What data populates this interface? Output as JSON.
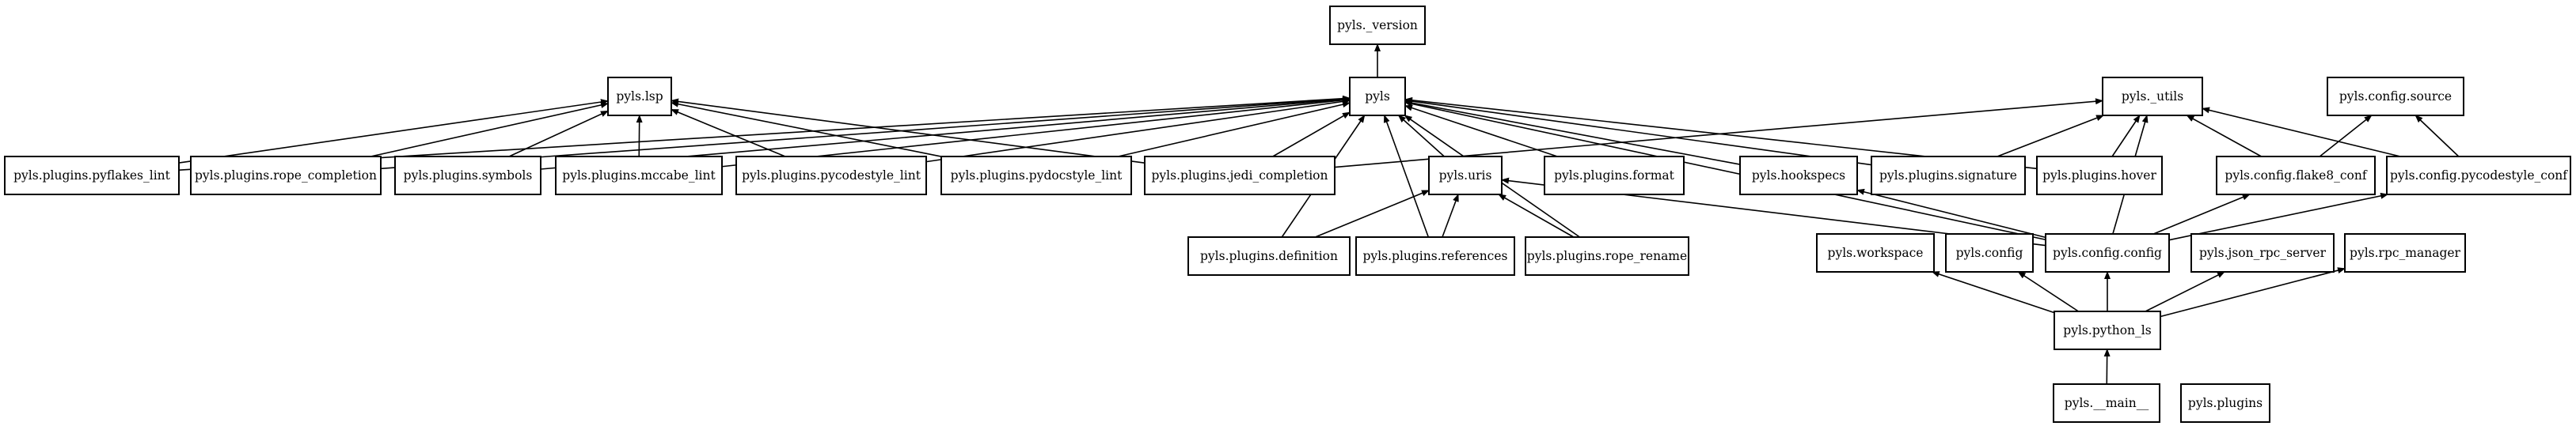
{
  "nodes": [
    {
      "id": "version",
      "label": "pyls._version"
    },
    {
      "id": "lsp",
      "label": "pyls.lsp"
    },
    {
      "id": "pyls",
      "label": "pyls"
    },
    {
      "id": "utils",
      "label": "pyls._utils"
    },
    {
      "id": "config_source",
      "label": "pyls.config.source"
    },
    {
      "id": "pyflakes_lint",
      "label": "pyls.plugins.pyflakes_lint"
    },
    {
      "id": "rope_completion",
      "label": "pyls.plugins.rope_completion"
    },
    {
      "id": "symbols",
      "label": "pyls.plugins.symbols"
    },
    {
      "id": "mccabe_lint",
      "label": "pyls.plugins.mccabe_lint"
    },
    {
      "id": "pycodestyle_lint",
      "label": "pyls.plugins.pycodestyle_lint"
    },
    {
      "id": "pydocstyle_lint",
      "label": "pyls.plugins.pydocstyle_lint"
    },
    {
      "id": "jedi_completion",
      "label": "pyls.plugins.jedi_completion"
    },
    {
      "id": "uris",
      "label": "pyls.uris"
    },
    {
      "id": "format",
      "label": "pyls.plugins.format"
    },
    {
      "id": "hookspecs",
      "label": "pyls.hookspecs"
    },
    {
      "id": "signature",
      "label": "pyls.plugins.signature"
    },
    {
      "id": "hover",
      "label": "pyls.plugins.hover"
    },
    {
      "id": "flake8_conf",
      "label": "pyls.config.flake8_conf"
    },
    {
      "id": "pycodestyle_conf",
      "label": "pyls.config.pycodestyle_conf"
    },
    {
      "id": "definition",
      "label": "pyls.plugins.definition"
    },
    {
      "id": "references",
      "label": "pyls.plugins.references"
    },
    {
      "id": "rope_rename",
      "label": "pyls.plugins.rope_rename"
    },
    {
      "id": "workspace",
      "label": "pyls.workspace"
    },
    {
      "id": "config",
      "label": "pyls.config"
    },
    {
      "id": "config_config",
      "label": "pyls.config.config"
    },
    {
      "id": "json_rpc_server",
      "label": "pyls.json_rpc_server"
    },
    {
      "id": "rpc_manager",
      "label": "pyls.rpc_manager"
    },
    {
      "id": "python_ls",
      "label": "pyls.python_ls"
    },
    {
      "id": "main",
      "label": "pyls.__main__"
    },
    {
      "id": "plugins",
      "label": "pyls.plugins"
    }
  ],
  "edges": [
    {
      "from": "pyls",
      "to": "version"
    },
    {
      "from": "pyflakes_lint",
      "to": "lsp"
    },
    {
      "from": "pyflakes_lint",
      "to": "pyls"
    },
    {
      "from": "rope_completion",
      "to": "lsp"
    },
    {
      "from": "rope_completion",
      "to": "pyls"
    },
    {
      "from": "symbols",
      "to": "lsp"
    },
    {
      "from": "symbols",
      "to": "pyls"
    },
    {
      "from": "mccabe_lint",
      "to": "lsp"
    },
    {
      "from": "mccabe_lint",
      "to": "pyls"
    },
    {
      "from": "pycodestyle_lint",
      "to": "lsp"
    },
    {
      "from": "pycodestyle_lint",
      "to": "pyls"
    },
    {
      "from": "pydocstyle_lint",
      "to": "lsp"
    },
    {
      "from": "pydocstyle_lint",
      "to": "pyls"
    },
    {
      "from": "jedi_completion",
      "to": "lsp"
    },
    {
      "from": "jedi_completion",
      "to": "pyls"
    },
    {
      "from": "jedi_completion",
      "to": "utils"
    },
    {
      "from": "uris",
      "to": "pyls"
    },
    {
      "from": "format",
      "to": "pyls"
    },
    {
      "from": "hookspecs",
      "to": "pyls"
    },
    {
      "from": "signature",
      "to": "pyls"
    },
    {
      "from": "signature",
      "to": "utils"
    },
    {
      "from": "hover",
      "to": "pyls"
    },
    {
      "from": "hover",
      "to": "utils"
    },
    {
      "from": "definition",
      "to": "pyls"
    },
    {
      "from": "definition",
      "to": "uris"
    },
    {
      "from": "references",
      "to": "pyls"
    },
    {
      "from": "references",
      "to": "uris"
    },
    {
      "from": "rope_rename",
      "to": "pyls"
    },
    {
      "from": "rope_rename",
      "to": "uris"
    },
    {
      "from": "flake8_conf",
      "to": "utils"
    },
    {
      "from": "flake8_conf",
      "to": "config_source"
    },
    {
      "from": "pycodestyle_conf",
      "to": "utils"
    },
    {
      "from": "pycodestyle_conf",
      "to": "config_source"
    },
    {
      "from": "config_config",
      "to": "pyls"
    },
    {
      "from": "config_config",
      "to": "hookspecs"
    },
    {
      "from": "config_config",
      "to": "uris"
    },
    {
      "from": "config_config",
      "to": "utils"
    },
    {
      "from": "config_config",
      "to": "flake8_conf"
    },
    {
      "from": "config_config",
      "to": "pycodestyle_conf"
    },
    {
      "from": "python_ls",
      "to": "workspace"
    },
    {
      "from": "python_ls",
      "to": "config"
    },
    {
      "from": "python_ls",
      "to": "config_config"
    },
    {
      "from": "python_ls",
      "to": "json_rpc_server"
    },
    {
      "from": "python_ls",
      "to": "rpc_manager"
    },
    {
      "from": "main",
      "to": "python_ls"
    }
  ]
}
